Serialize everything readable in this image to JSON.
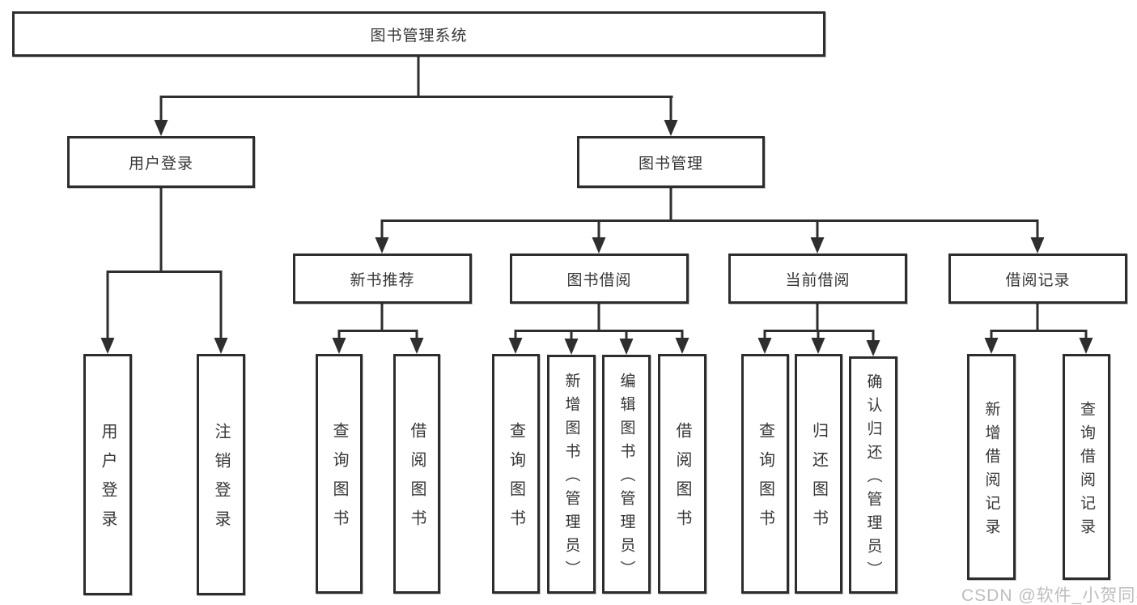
{
  "diagram": {
    "root": {
      "label": "图书管理系统"
    },
    "level1": [
      {
        "label": "用户登录"
      },
      {
        "label": "图书管理"
      }
    ],
    "level2": [
      {
        "label": "新书推荐"
      },
      {
        "label": "图书借阅"
      },
      {
        "label": "当前借阅"
      },
      {
        "label": "借阅记录"
      }
    ],
    "leaves": {
      "userLogin": [
        {
          "label": "用户登录"
        },
        {
          "label": "注销登录"
        }
      ],
      "newBooks": [
        {
          "label": "查询图书"
        },
        {
          "label": "借阅图书"
        }
      ],
      "bookBorrow": [
        {
          "label": "查询图书"
        },
        {
          "label": "新增图书（管理员）"
        },
        {
          "label": "编辑图书（管理员）"
        },
        {
          "label": "借阅图书"
        }
      ],
      "currentBorrow": [
        {
          "label": "查询图书"
        },
        {
          "label": "归还图书"
        },
        {
          "label": "确认归还（管理员）"
        }
      ],
      "borrowRecords": [
        {
          "label": "新增借阅记录"
        },
        {
          "label": "查询借阅记录"
        }
      ]
    }
  },
  "watermark": {
    "text": "CSDN @软件_小贺同学"
  },
  "colors": {
    "line": "#2e2e2e",
    "border": "#2d2d2d",
    "text": "#363636",
    "watermark": "#bdbdbd",
    "background": "#ffffff"
  }
}
